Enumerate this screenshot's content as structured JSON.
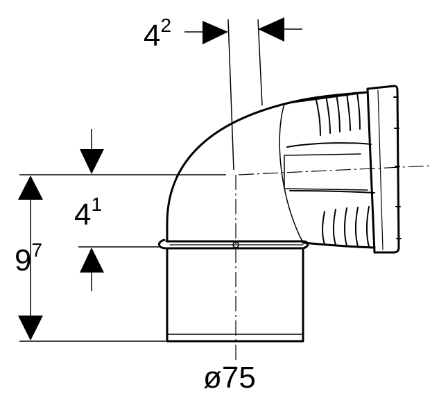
{
  "dimensions": {
    "top_offset": {
      "base": "4",
      "sup": "2"
    },
    "upper_height": {
      "base": "4",
      "sup": "1"
    },
    "total_height": {
      "base": "9",
      "sup": "7"
    },
    "diameter": "ø75"
  },
  "colors": {
    "line": "#000000",
    "background": "#ffffff"
  }
}
